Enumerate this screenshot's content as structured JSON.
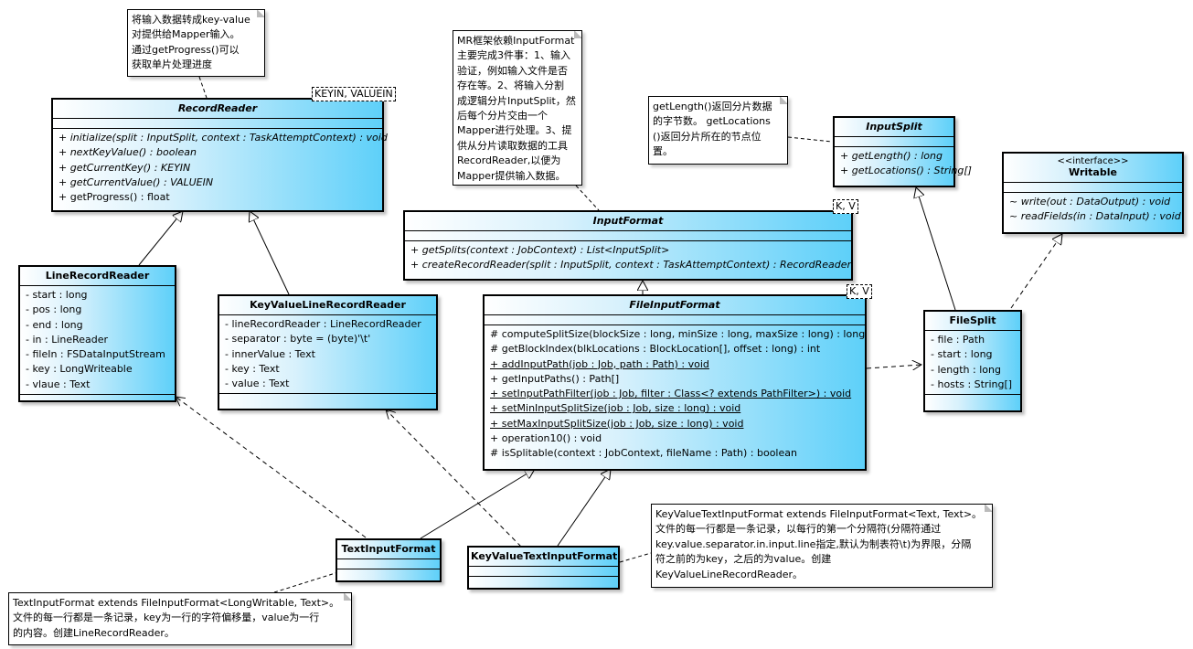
{
  "classes": {
    "record_reader": {
      "name": "RecordReader",
      "template": "KEYIN, VALUEIN",
      "members": [
        "+ initialize(split : InputSplit, context : TaskAttemptContext) : void",
        "+ nextKeyValue() : boolean",
        "+ getCurrentKey() : KEYIN",
        "+ getCurrentValue() : VALUEIN",
        "+ getProgress() : float"
      ]
    },
    "line_record_reader": {
      "name": "LineRecordReader",
      "fields": [
        "- start : long",
        "- pos : long",
        "- end : long",
        "- in : LineReader",
        "- fileIn : FSDataInputStream",
        "- key : LongWriteable",
        "- vlaue : Text"
      ]
    },
    "kv_line_record_reader": {
      "name": "KeyValueLineRecordReader",
      "fields": [
        "- lineRecordReader : LineRecordReader",
        "- separator : byte = (byte)'\\t'",
        "- innerValue : Text",
        "- key : Text",
        "- value : Text"
      ]
    },
    "input_format": {
      "name": "InputFormat",
      "template": "K, V",
      "members": [
        "+ getSplits(context : JobContext) : List<InputSplit>",
        "+ createRecordReader(split : InputSplit, context : TaskAttemptContext) : RecordReader"
      ]
    },
    "file_input_format": {
      "name": "FileInputFormat",
      "template": "K, V",
      "members": [
        "# computeSplitSize(blockSize : long, minSize : long, maxSize : long) : long",
        "# getBlockIndex(blkLocations : BlockLocation[], offset : long) : int",
        "+ addInputPath(job : Job, path : Path) : void",
        "+ getInputPaths() : Path[]",
        "+ setInputPathFilter(job : Job, filter : Class<? extends PathFilter>) : void",
        "+ setMinInputSplitSize(job : Job, size : long) : void",
        "+ setMaxInputSplitSize(job : Job, size : long) : void",
        "+ operation10() : void",
        "# isSplitable(context : JobContext, fileName : Path) : boolean"
      ]
    },
    "input_split": {
      "name": "InputSplit",
      "members": [
        "+ getLength() : long",
        "+ getLocations() : String[]"
      ]
    },
    "writable": {
      "stereotype": "<<interface>>",
      "name": "Writable",
      "members": [
        "~ write(out : DataOutput) : void",
        "~ readFields(in : DataInput) : void"
      ]
    },
    "file_split": {
      "name": "FileSplit",
      "fields": [
        "- file : Path",
        "- start : long",
        "- length : long",
        "- hosts : String[]"
      ]
    },
    "text_input_format": {
      "name": "TextInputFormat"
    },
    "kv_text_input_format": {
      "name": "KeyValueTextInputFormat"
    }
  },
  "notes": {
    "record_reader_note": "将输入数据转成key-value\n对提供给Mapper输入。\n通过getProgress()可以\n获取单片处理进度",
    "input_format_note": "MR框架依赖InputFormat\n主要完成3件事：1、输入\n验证，例如输入文件是否\n存在等。2、将输入分割\n成逻辑分片InputSplit，然\n后每个分片交由一个\nMapper进行处理。3、提\n供从分片读取数据的工具\nRecordReader,以便为\nMapper提供输入数据。",
    "input_split_note": "getLength()返回分片数据\n的字节数。 getLocations\n()返回分片所在的节点位\n置。",
    "kv_text_note": "KeyValueTextInputFormat extends FileInputFormat<Text, Text>。\n文件的每一行都是一条记录，以每行的第一个分隔符(分隔符通过\nkey.value.separator.in.input.line指定,默认为制表符\\t)为界限，分隔\n符之前的为key，之后的为value。创建\nKeyValueLineRecordReader。",
    "text_note": "TextInputFormat extends FileInputFormat<LongWritable, Text>。\n文件的每一行都是一条记录，key为一行的字符偏移量，value为一行\n的内容。创建LineRecordReader。"
  }
}
